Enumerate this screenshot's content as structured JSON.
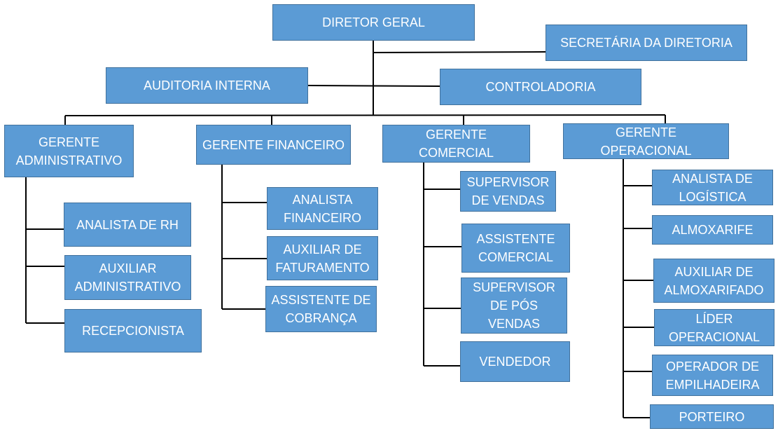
{
  "org_chart": {
    "director": "DIRETOR GERAL",
    "secretary": "SECRETÁRIA DA DIRETORIA",
    "audit": "AUDITORIA INTERNA",
    "controller": "CONTROLADORIA",
    "departments": [
      {
        "manager": "GERENTE\nADMINISTRATIVO",
        "staff": [
          "ANALISTA DE RH",
          "AUXILIAR\nADMINISTRATIVO",
          "RECEPCIONISTA"
        ]
      },
      {
        "manager": "GERENTE FINANCEIRO",
        "staff": [
          "ANALISTA\nFINANCEIRO",
          "AUXILIAR DE\nFATURAMENTO",
          "ASSISTENTE DE\nCOBRANÇA"
        ]
      },
      {
        "manager": "GERENTE\nCOMERCIAL",
        "staff": [
          "SUPERVISOR\nDE VENDAS",
          "ASSISTENTE\nCOMERCIAL",
          "SUPERVISOR\nDE PÓS\nVENDAS",
          "VENDEDOR"
        ]
      },
      {
        "manager": "GERENTE\nOPERACIONAL",
        "staff": [
          "ANALISTA DE\nLOGÍSTICA",
          "ALMOXARIFE",
          "AUXILIAR DE\nALMOXARIFADO",
          "LÍDER\nOPERACIONAL",
          "OPERADOR DE\nEMPILHADEIRA",
          "PORTEIRO"
        ]
      }
    ]
  },
  "colors": {
    "box_fill": "#5b9bd5",
    "box_border": "#41719c",
    "box_text": "#ffffff",
    "connector": "#000000"
  }
}
